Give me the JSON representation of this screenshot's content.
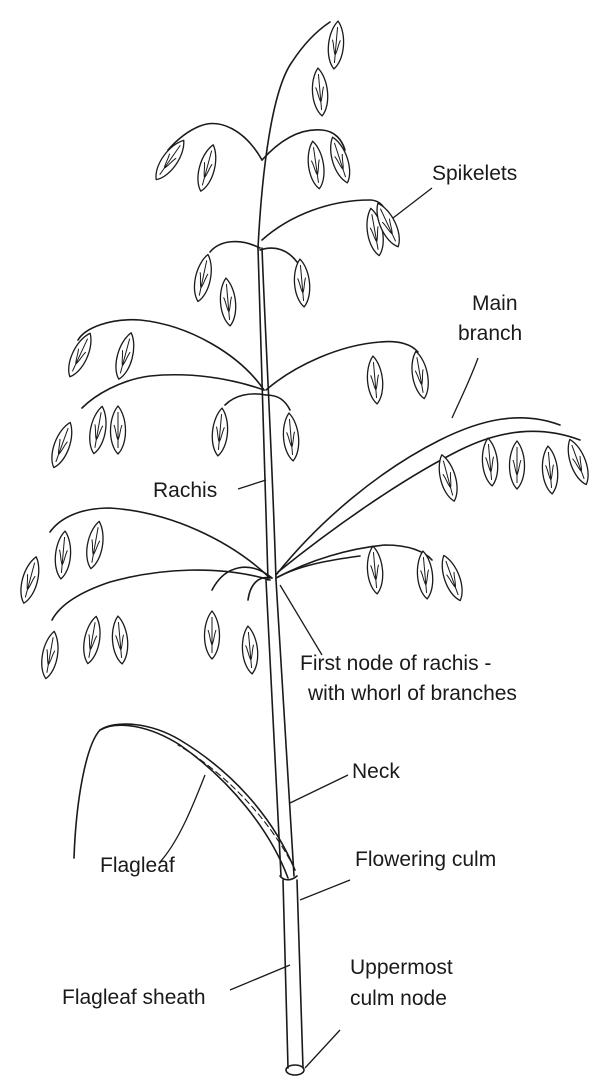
{
  "labels": {
    "spikelets": "Spikelets",
    "main_branch_1": "Main",
    "main_branch_2": "branch",
    "rachis": "Rachis",
    "first_node_1": "First node of rachis -",
    "first_node_2": "with whorl of branches",
    "neck": "Neck",
    "flagleaf": "Flagleaf",
    "flowering_culm": "Flowering culm",
    "flagleaf_sheath": "Flagleaf sheath",
    "uppermost_node_1": "Uppermost",
    "uppermost_node_2": "culm node"
  }
}
